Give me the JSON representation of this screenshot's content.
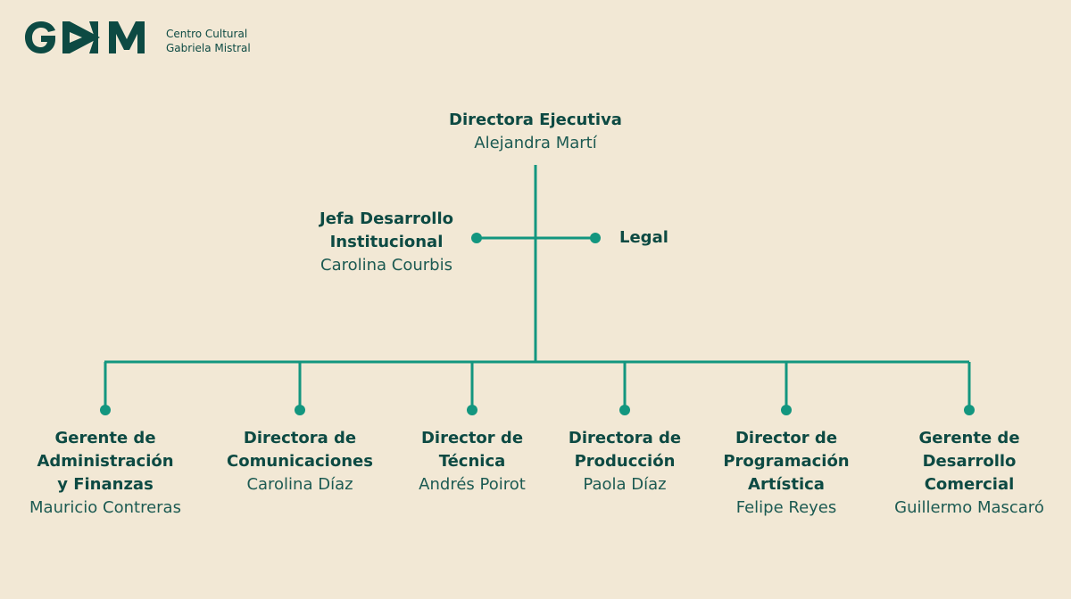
{
  "logo": {
    "mark": "GAM",
    "line1": "Centro Cultural",
    "line2": "Gabriela Mistral"
  },
  "colors": {
    "background": "#f2e8d5",
    "line": "#13967f",
    "text": "#0d4a43"
  },
  "top": {
    "title": "Directora Ejecutiva",
    "name": "Alejandra Martí"
  },
  "staff_left": {
    "title": "Jefa Desarrollo\nInstitucional",
    "name": "Carolina Courbis"
  },
  "staff_right": {
    "title": "Legal"
  },
  "departments": [
    {
      "title": "Gerente de\nAdministración\ny Finanzas",
      "name": "Mauricio Contreras"
    },
    {
      "title": "Directora de\nComunicaciones",
      "name": "Carolina Díaz"
    },
    {
      "title": "Director de\nTécnica",
      "name": "Andrés Poirot"
    },
    {
      "title": "Directora de\nProducción",
      "name": "Paola Díaz"
    },
    {
      "title": "Director de\nProgramación\nArtística",
      "name": "Felipe Reyes"
    },
    {
      "title": "Gerente de\nDesarrollo\nComercial",
      "name": "Guillermo Mascaró"
    }
  ]
}
